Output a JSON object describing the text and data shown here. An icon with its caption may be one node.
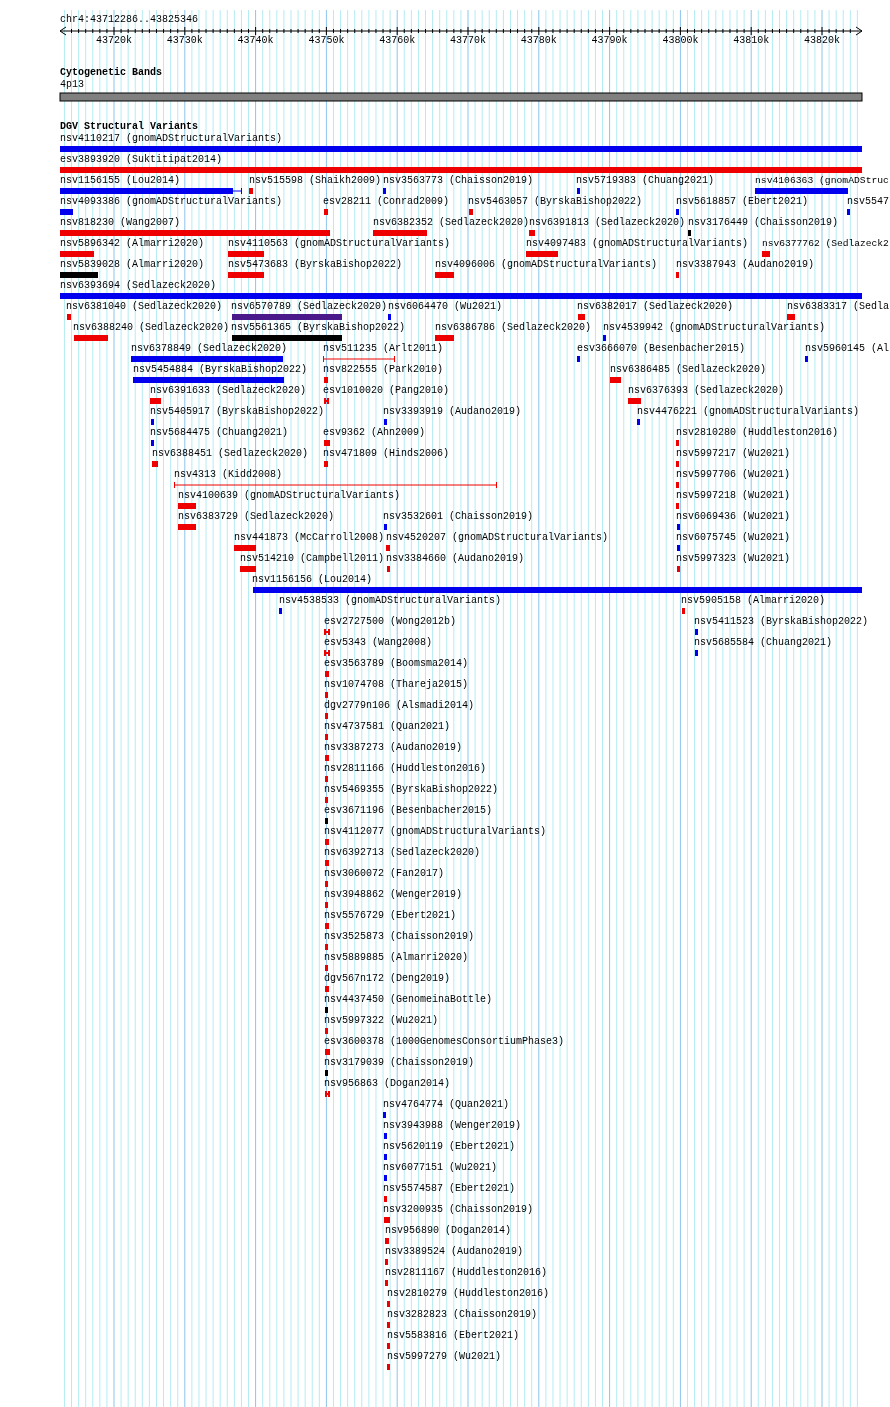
{
  "diagram": {
    "labels": [
      "chr4:43712286..43825346",
      "43720k",
      "43730k",
      "43740k",
      "43750k",
      "43760k",
      "43770k",
      "43780k",
      "43790k",
      "43800k",
      "43810k",
      "43820k",
      "Cytogenetic Bands",
      "4p13",
      "DGV Structural Variants",
      "nsv4110217 (gnomADStructuralVariants)",
      "esv3893920 (Suktitipat2014)",
      "nsv1156155 (Lou2014)",
      "nsv515598 (Shaikh2009)",
      "nsv3563773 (Chaisson2019)",
      "nsv5719383 (Chuang2021)",
      "nsv4106363 (gnomADStruc",
      "nsv4093386 (gnomADStructuralVariants)",
      "esv28211 (Conrad2009)",
      "nsv5463057 (ByrskaBishop2022)",
      "nsv5618857 (Ebert2021)",
      "nsv5547",
      "nsv818230 (Wang2007)",
      "nsv6382352 (Sedlazeck2020)",
      "nsv6391813 (Sedlazeck2020)",
      "nsv3176449 (Chaisson2019)",
      "nsv5896342 (Almarri2020)",
      "nsv4110563 (gnomADStructuralVariants)",
      "nsv4097483 (gnomADStructuralVariants)",
      "nsv6377762 (Sedlazeck2",
      "nsv5839028 (Almarri2020)",
      "nsv5473683 (ByrskaBishop2022)",
      "nsv4096006 (gnomADStructuralVariants)",
      "nsv3387943 (Audano2019)",
      "nsv6393694 (Sedlazeck2020)",
      "nsv6381040 (Sedlazeck2020)",
      "nsv6570789 (Sedlazeck2020)",
      "nsv6064470 (Wu2021)",
      "nsv6382017 (Sedlazeck2020)",
      "nsv6383317 (Sedla",
      "nsv6388240 (Sedlazeck2020)",
      "nsv5561365 (ByrskaBishop2022)",
      "nsv6386786 (Sedlazeck2020)",
      "nsv4539942 (gnomADStructuralVariants)",
      "nsv6378849 (Sedlazeck2020)",
      "nsv511235 (Arlt2011)",
      "esv3666070 (Besenbacher2015)",
      "nsv5960145 (Al",
      "nsv5454884 (ByrskaBishop2022)",
      "nsv822555 (Park2010)",
      "nsv6386485 (Sedlazeck2020)",
      "nsv6391633 (Sedlazeck2020)",
      "esv1010020 (Pang2010)",
      "nsv6376393 (Sedlazeck2020)",
      "nsv5405917 (ByrskaBishop2022)",
      "nsv3393919 (Audano2019)",
      "nsv4476221 (gnomADStructuralVariants)",
      "nsv5684475 (Chuang2021)",
      "esv9362 (Ahn2009)",
      "nsv2810280 (Huddleston2016)",
      "nsv6388451 (Sedlazeck2020)",
      "nsv471809 (Hinds2006)",
      "nsv5997217 (Wu2021)",
      "nsv4313 (Kidd2008)",
      "nsv5997706 (Wu2021)",
      "nsv4100639 (gnomADStructuralVariants)",
      "nsv5997218 (Wu2021)",
      "nsv6383729 (Sedlazeck2020)",
      "nsv3532601 (Chaisson2019)",
      "nsv6069436 (Wu2021)",
      "nsv441873 (McCarroll2008)",
      "nsv4520207 (gnomADStructuralVariants)",
      "nsv6075745 (Wu2021)",
      "nsv514210 (Campbell2011)",
      "nsv3384660 (Audano2019)",
      "nsv5997323 (Wu2021)",
      "nsv1156156 (Lou2014)",
      "nsv4538533 (gnomADStructuralVariants)",
      "nsv5905158 (Almarri2020)",
      "esv2727500 (Wong2012b)",
      "nsv5411523 (ByrskaBishop2022)",
      "esv5343 (Wang2008)",
      "nsv5685584 (Chuang2021)",
      "esv3563789 (Boomsma2014)",
      "nsv1074708 (Thareja2015)",
      "dgv2779n106 (Alsmadi2014)",
      "nsv4737581 (Quan2021)",
      "nsv3387273 (Audano2019)",
      "nsv2811166 (Huddleston2016)",
      "nsv5469355 (ByrskaBishop2022)",
      "esv3671196 (Besenbacher2015)",
      "nsv4112077 (gnomADStructuralVariants)",
      "nsv6392713 (Sedlazeck2020)",
      "nsv3060072 (Fan2017)",
      "nsv3948862 (Wenger2019)",
      "nsv5576729 (Ebert2021)",
      "nsv3525873 (Chaisson2019)",
      "nsv5889885 (Almarri2020)",
      "dgv567n172 (Deng2019)",
      "nsv4437450 (GenomeinaBottle)",
      "nsv5997322 (Wu2021)",
      "esv3600378 (1000GenomesConsortiumPhase3)",
      "nsv3179039 (Chaisson2019)",
      "nsv956863 (Dogan2014)",
      "nsv4764774 (Quan2021)",
      "nsv3943988 (Wenger2019)",
      "nsv5620119 (Ebert2021)",
      "nsv6077151 (Wu2021)",
      "nsv5574587 (Ebert2021)",
      "nsv3200935 (Chaisson2019)",
      "nsv956890 (Dogan2014)",
      "nsv3389524 (Audano2019)",
      "nsv2811167 (Huddleston2016)",
      "nsv2810279 (Huddleston2016)",
      "nsv3282823 (Chaisson2019)",
      "nsv5583816 (Ebert2021)",
      "nsv5997279 (Wu2021)"
    ]
  }
}
